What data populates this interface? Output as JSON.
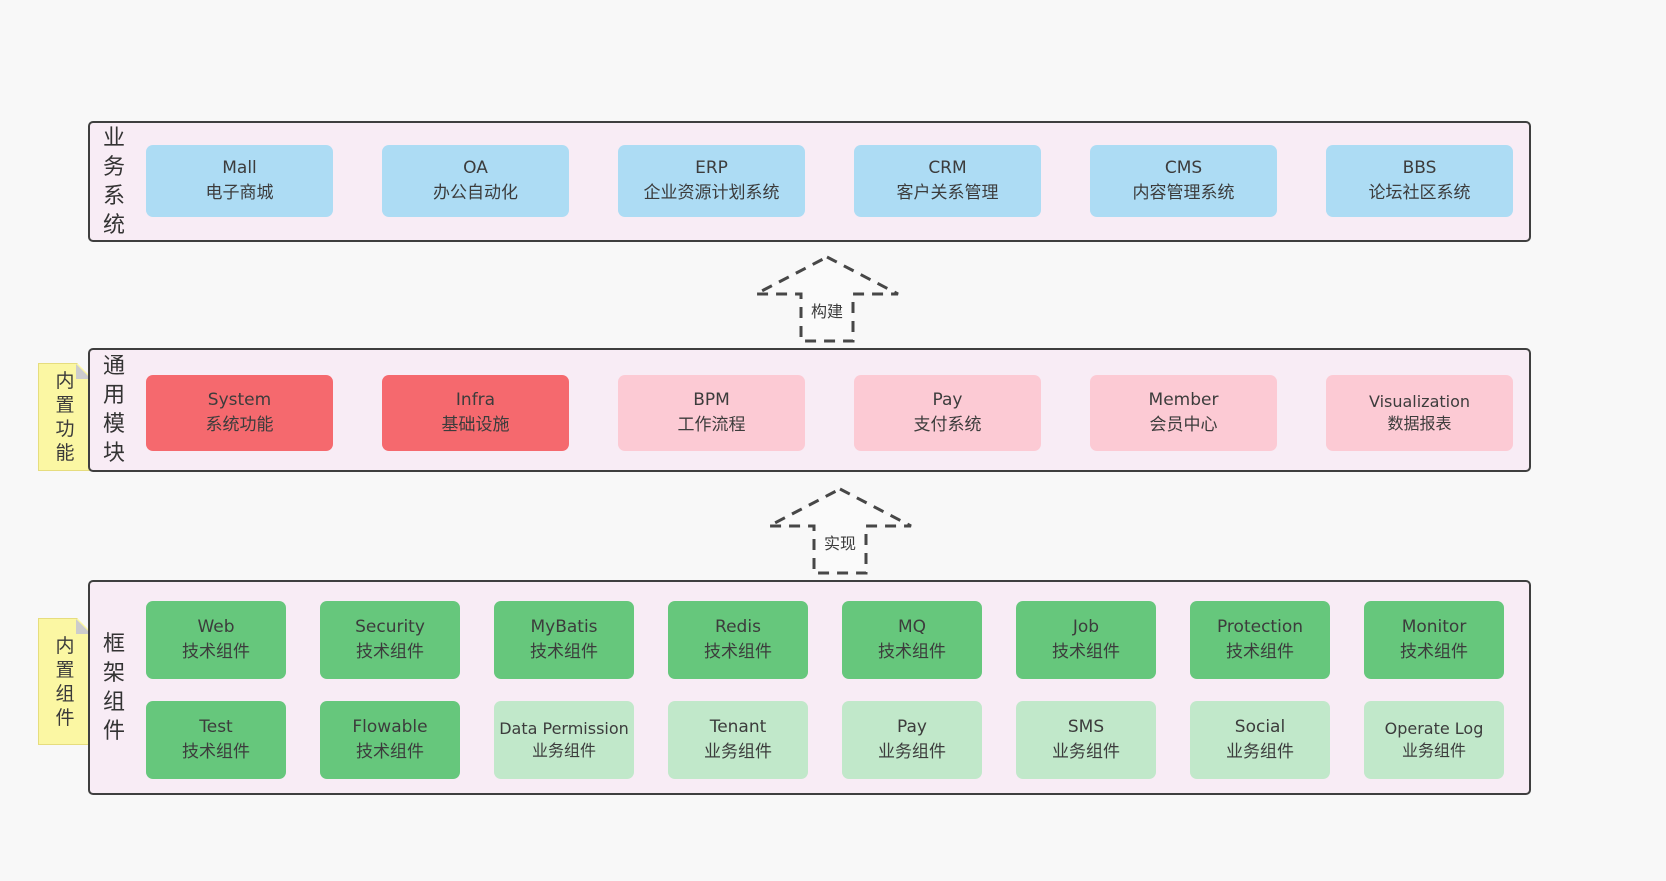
{
  "colors": {
    "blue": "#addcf4",
    "red": "#f5696e",
    "pink": "#fccad4",
    "green": "#66c77c",
    "lightgreen": "#c1e8ca",
    "container_bg": "#f8ecf5",
    "container_border": "#3f3f3f",
    "sticky_bg": "#fbf7a3",
    "page_bg": "#f8f8f8",
    "text": "#3c3c3c"
  },
  "layers": [
    {
      "label": "业务系统",
      "rows": [
        [
          {
            "title": "Mall",
            "subtitle": "电子商城",
            "variant": "blue"
          },
          {
            "title": "OA",
            "subtitle": "办公自动化",
            "variant": "blue"
          },
          {
            "title": "ERP",
            "subtitle": "企业资源计划系统",
            "variant": "blue"
          },
          {
            "title": "CRM",
            "subtitle": "客户关系管理",
            "variant": "blue"
          },
          {
            "title": "CMS",
            "subtitle": "内容管理系统",
            "variant": "blue"
          },
          {
            "title": "BBS",
            "subtitle": "论坛社区系统",
            "variant": "blue"
          }
        ]
      ]
    },
    {
      "label": "通用模块",
      "rows": [
        [
          {
            "title": "System",
            "subtitle": "系统功能",
            "variant": "red"
          },
          {
            "title": "Infra",
            "subtitle": "基础设施",
            "variant": "red"
          },
          {
            "title": "BPM",
            "subtitle": "工作流程",
            "variant": "pink"
          },
          {
            "title": "Pay",
            "subtitle": "支付系统",
            "variant": "pink"
          },
          {
            "title": "Member",
            "subtitle": "会员中心",
            "variant": "pink"
          },
          {
            "title": "Visualization",
            "subtitle": "数据报表",
            "variant": "pink"
          }
        ]
      ]
    },
    {
      "label": "框架组件",
      "rows": [
        [
          {
            "title": "Web",
            "subtitle": "技术组件",
            "variant": "green"
          },
          {
            "title": "Security",
            "subtitle": "技术组件",
            "variant": "green"
          },
          {
            "title": "MyBatis",
            "subtitle": "技术组件",
            "variant": "green"
          },
          {
            "title": "Redis",
            "subtitle": "技术组件",
            "variant": "green"
          },
          {
            "title": "MQ",
            "subtitle": "技术组件",
            "variant": "green"
          },
          {
            "title": "Job",
            "subtitle": "技术组件",
            "variant": "green"
          },
          {
            "title": "Protection",
            "subtitle": "技术组件",
            "variant": "green"
          },
          {
            "title": "Monitor",
            "subtitle": "技术组件",
            "variant": "green"
          }
        ],
        [
          {
            "title": "Test",
            "subtitle": "技术组件",
            "variant": "green"
          },
          {
            "title": "Flowable",
            "subtitle": "技术组件",
            "variant": "green"
          },
          {
            "title": "Data Permission",
            "subtitle": "业务组件",
            "variant": "lightgreen"
          },
          {
            "title": "Tenant",
            "subtitle": "业务组件",
            "variant": "lightgreen"
          },
          {
            "title": "Pay",
            "subtitle": "业务组件",
            "variant": "lightgreen"
          },
          {
            "title": "SMS",
            "subtitle": "业务组件",
            "variant": "lightgreen"
          },
          {
            "title": "Social",
            "subtitle": "业务组件",
            "variant": "lightgreen"
          },
          {
            "title": "Operate Log",
            "subtitle": "业务组件",
            "variant": "lightgreen"
          }
        ]
      ]
    }
  ],
  "arrows": [
    {
      "label": "构建"
    },
    {
      "label": "实现"
    }
  ],
  "stickies": [
    {
      "text": "内置功能"
    },
    {
      "text": "内置组件"
    }
  ]
}
